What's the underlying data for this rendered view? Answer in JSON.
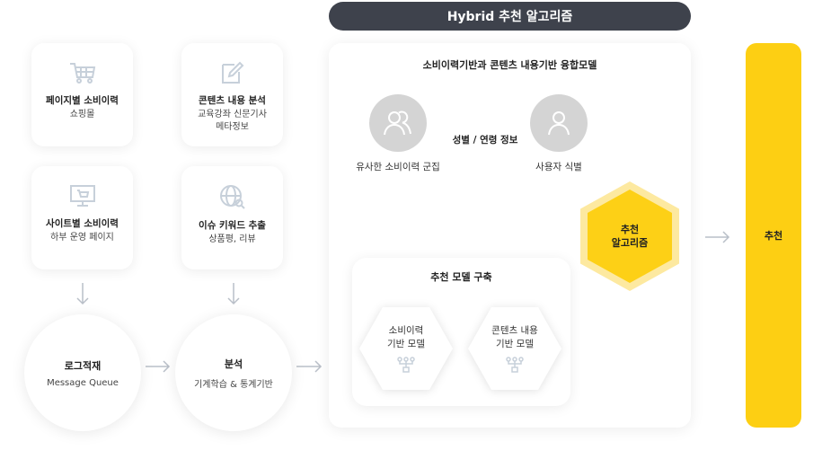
{
  "title": "Hybrid 추천 알고리즘",
  "sources": [
    {
      "title": "페이지별 소비이력",
      "sub": [
        "쇼핑몰"
      ],
      "icon": "cart-icon"
    },
    {
      "title": "콘텐츠 내용 분석",
      "sub": [
        "교육강좌 신문기사",
        "메타정보"
      ],
      "icon": "edit-icon"
    },
    {
      "title": "사이트별 소비이력",
      "sub": [
        "하부 운영 페이지"
      ],
      "icon": "monitor-cart-icon"
    },
    {
      "title": "이슈 키워드 추출",
      "sub": [
        "상품평, 리뷰"
      ],
      "icon": "globe-search-icon"
    }
  ],
  "log": {
    "title": "로그적재",
    "sub": "Message Queue"
  },
  "analysis": {
    "title": "분석",
    "sub": "기계학습 & 통계기반"
  },
  "hybrid": {
    "title": "소비이력기반과 콘텐츠 내용기반 융합모델",
    "cluster": "유사한 소비이력 군집",
    "user": "사용자 식별",
    "edge": "성별 / 연령 정보",
    "build": {
      "title": "추천 모델 구축",
      "models": [
        [
          "소비이력",
          "기반 모델"
        ],
        [
          "콘텐츠 내용",
          "기반 모델"
        ]
      ]
    },
    "algo": [
      "추천",
      "알고리즘"
    ]
  },
  "output": "추천",
  "colors": {
    "yellow": "#fdcf13",
    "dark": "#3e424c"
  }
}
